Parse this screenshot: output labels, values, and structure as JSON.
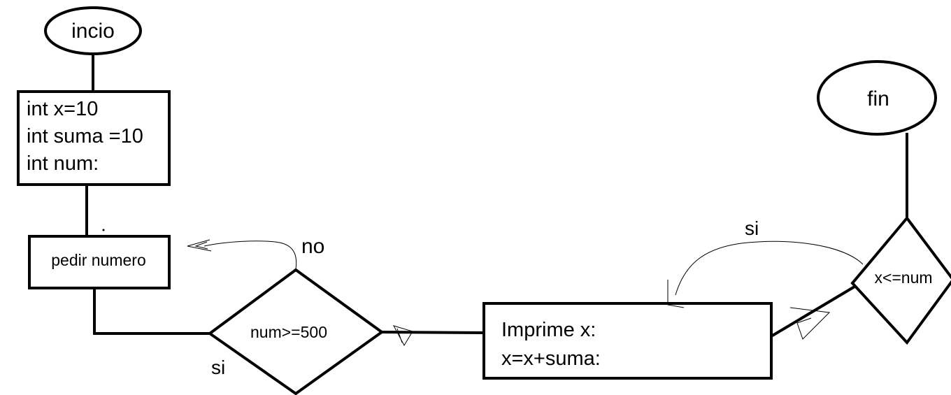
{
  "start_label": "incio",
  "init_box": {
    "lines": [
      "int x=10",
      "int suma =10",
      "int num:"
    ]
  },
  "input_box": {
    "label": "pedir numero"
  },
  "decision_1": {
    "condition": "num>=500",
    "no_label": "no",
    "yes_label": "si"
  },
  "process_box": {
    "lines": [
      "Imprime x:",
      "x=x+suma:"
    ]
  },
  "decision_2": {
    "condition": "x<=num",
    "yes_label": "si"
  },
  "end_label": "fin"
}
